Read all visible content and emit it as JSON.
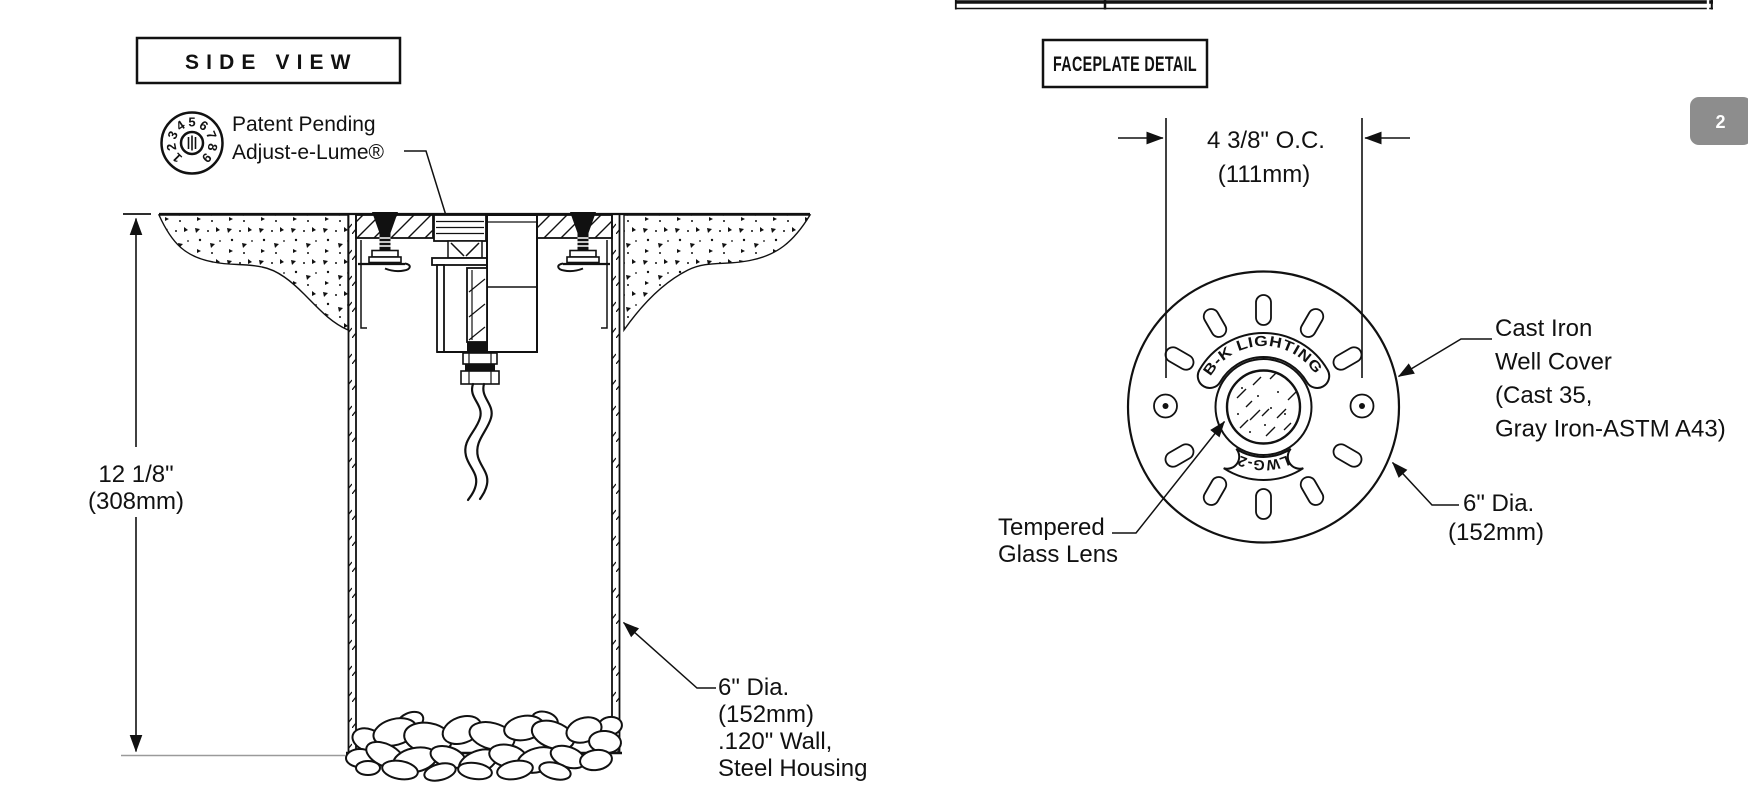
{
  "page": {
    "tab_label": "2",
    "tab_color": "#8d8d8d",
    "line_color": "#111111"
  },
  "side_view": {
    "title": "SIDE VIEW",
    "patent": [
      "Patent Pending",
      "Adjust-e-Lume®"
    ],
    "dial_digits": [
      "1",
      "2",
      "3",
      "4",
      "5",
      "6",
      "7",
      "8",
      "9"
    ],
    "depth": [
      "12 1/8\"",
      "(308mm)"
    ],
    "housing": [
      "6\" Dia.",
      "(152mm)",
      ".120\" Wall,",
      "Steel Housing"
    ]
  },
  "faceplate": {
    "title": "FACEPLATE DETAIL",
    "spacing": [
      "4 3/8\" O.C.",
      "(111mm)"
    ],
    "brand": "B-K LIGHTING",
    "model": "LWG-2",
    "cover": [
      "Cast Iron",
      "Well Cover",
      "(Cast 35,",
      "Gray Iron-ASTM A43)"
    ],
    "lens": [
      "Tempered",
      "Glass Lens"
    ],
    "diameter": [
      "6\" Dia.",
      "(152mm)"
    ]
  }
}
